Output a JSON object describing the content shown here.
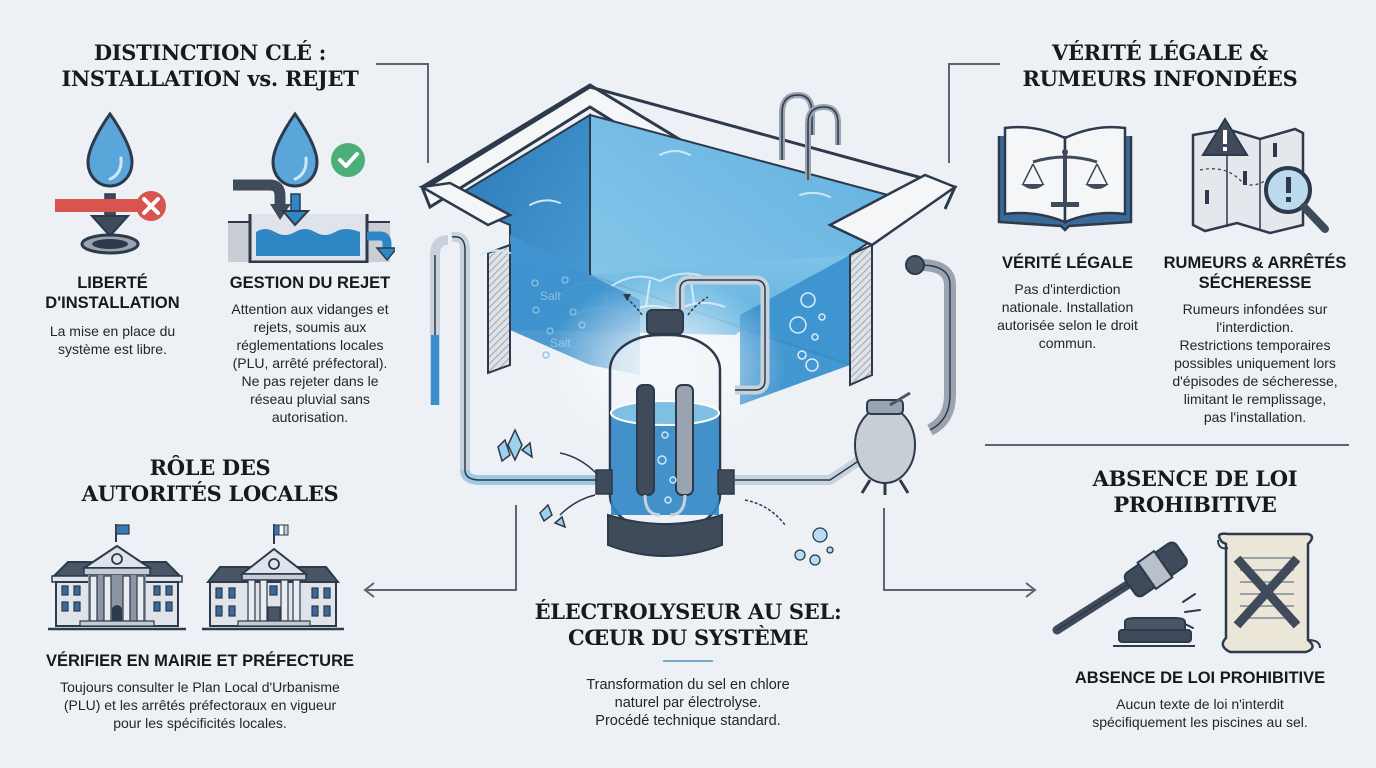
{
  "colors": {
    "background": "#edf1f5",
    "water_deep": "#2f86c4",
    "water_light": "#7ec0e4",
    "outline": "#2c3a4c",
    "slate": "#4a5566",
    "red": "#d9534f",
    "green": "#4caf78",
    "connector": "#5b6470",
    "accent_rule": "#7aa7c7"
  },
  "distinction": {
    "title_line1": "DISTINCTION CLÉ :",
    "title_line2": "INSTALLATION vs. REJET",
    "installation": {
      "icon": "water-drop-blocked-drain-icon",
      "title_line1": "LIBERTÉ",
      "title_line2": "D'INSTALLATION",
      "text_lines": [
        "La mise en place du",
        "système est libre."
      ]
    },
    "rejet": {
      "icon": "water-drop-basin-overflow-icon",
      "title": "GESTION DU REJET",
      "text_lines": [
        "Attention aux vidanges et",
        "rejets, soumis aux",
        "réglementations locales",
        "(PLU, arrêté préfectoral).",
        "Ne pas rejeter dans le",
        "réseau pluvial sans",
        "autorisation."
      ]
    }
  },
  "autorites": {
    "title_line1": "RÔLE DES",
    "title_line2": "AUTORITÉS LOCALES",
    "icons": [
      "town-hall-icon",
      "prefecture-icon"
    ],
    "item_title": "VÉRIFIER EN MAIRIE ET PRÉFECTURE",
    "text_lines": [
      "Toujours consulter le Plan Local d'Urbanisme",
      "(PLU) et les arrêtés préfectoraux en vigueur",
      "pour les spécificités locales."
    ]
  },
  "center": {
    "illustration": "salt-pool-electrolyser-cutaway",
    "labels": {
      "salt1": "Salt",
      "salt2": "Salt"
    },
    "title_line1": "ÉLECTROLYSEUR AU SEL:",
    "title_line2": "CŒUR DU SYSTÈME",
    "text_lines": [
      "Transformation du sel en chlore",
      "naturel par électrolyse.",
      "Procédé technique standard."
    ]
  },
  "verite": {
    "title_line1": "VÉRITÉ LÉGALE &",
    "title_line2": "RUMEURS INFONDÉES",
    "legal": {
      "icon": "law-book-scales-icon",
      "title": "VÉRITÉ LÉGALE",
      "text_lines": [
        "Pas d'interdiction",
        "nationale. Installation",
        "autorisée selon le droit",
        "commun."
      ]
    },
    "rumeurs": {
      "icon": "map-warning-magnifier-icon",
      "title_line1": "RUMEURS & ARRÊTÉS",
      "title_line2": "SÉCHERESSE",
      "text_lines": [
        "Rumeurs infondées sur",
        "l'interdiction.",
        "Restrictions temporaires",
        "possibles uniquement lors",
        "d'épisodes de sécheresse,",
        "limitant le remplissage,",
        "pas l'installation."
      ]
    }
  },
  "absence": {
    "title_line1": "ABSENCE DE LOI",
    "title_line2": "PROHIBITIVE",
    "icons": [
      "gavel-icon",
      "crossed-scroll-icon"
    ],
    "item_title": "ABSENCE DE LOI PROHIBITIVE",
    "text_lines": [
      "Aucun texte de loi n'interdit",
      "spécifiquement les piscines au sel."
    ]
  }
}
